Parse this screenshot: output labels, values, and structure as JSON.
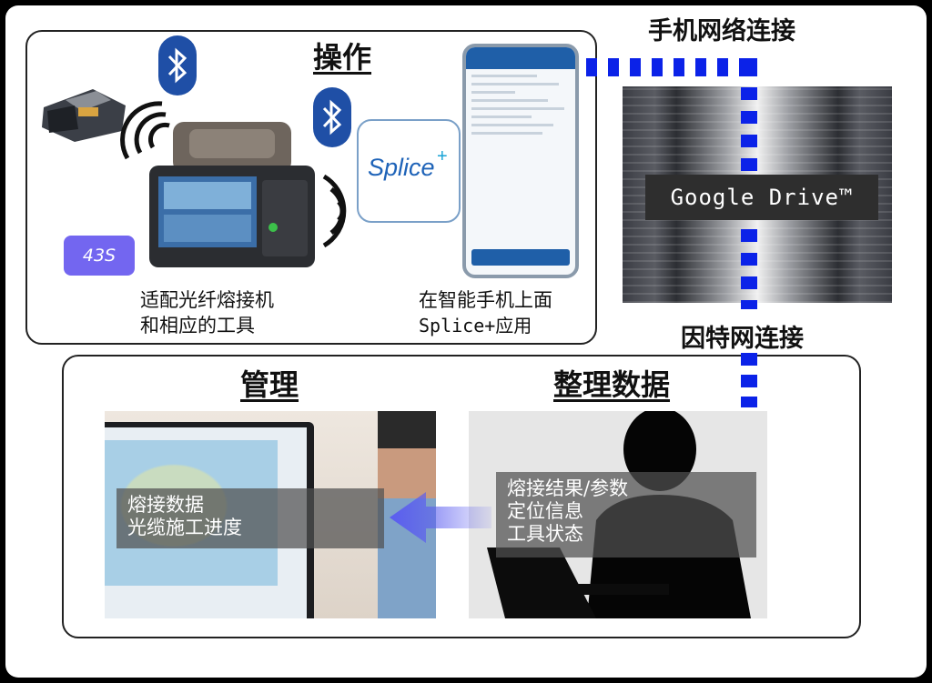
{
  "operation": {
    "heading": "操作",
    "device_badge": "43S",
    "caption_left_line1": "适配光纤熔接机",
    "caption_left_line2": "和相应的工具",
    "app_logo_text": "Splice",
    "app_logo_mark": "+",
    "caption_right_line1": "在智能手机上面",
    "caption_right_line2": "Splice+应用"
  },
  "connections": {
    "mobile": "手机网络连接",
    "internet": "因特网连接"
  },
  "cloud": {
    "label": "Google Drive™"
  },
  "management": {
    "heading": "管理",
    "box_line1": "熔接数据",
    "box_line2": "光缆施工进度"
  },
  "organize": {
    "heading": "整理数据",
    "box_line1": "熔接结果/参数",
    "box_line2": "定位信息",
    "box_line3": "工具状态"
  },
  "colors": {
    "connection_dash": "#0b22e8",
    "bluetooth": "#1f4fa6",
    "badge": "#7366f0",
    "arrow": "#5a5cf0"
  },
  "icons": [
    "bluetooth-icon",
    "wireless-waves-icon",
    "splice-plus-app-icon",
    "arrow-left-icon"
  ]
}
